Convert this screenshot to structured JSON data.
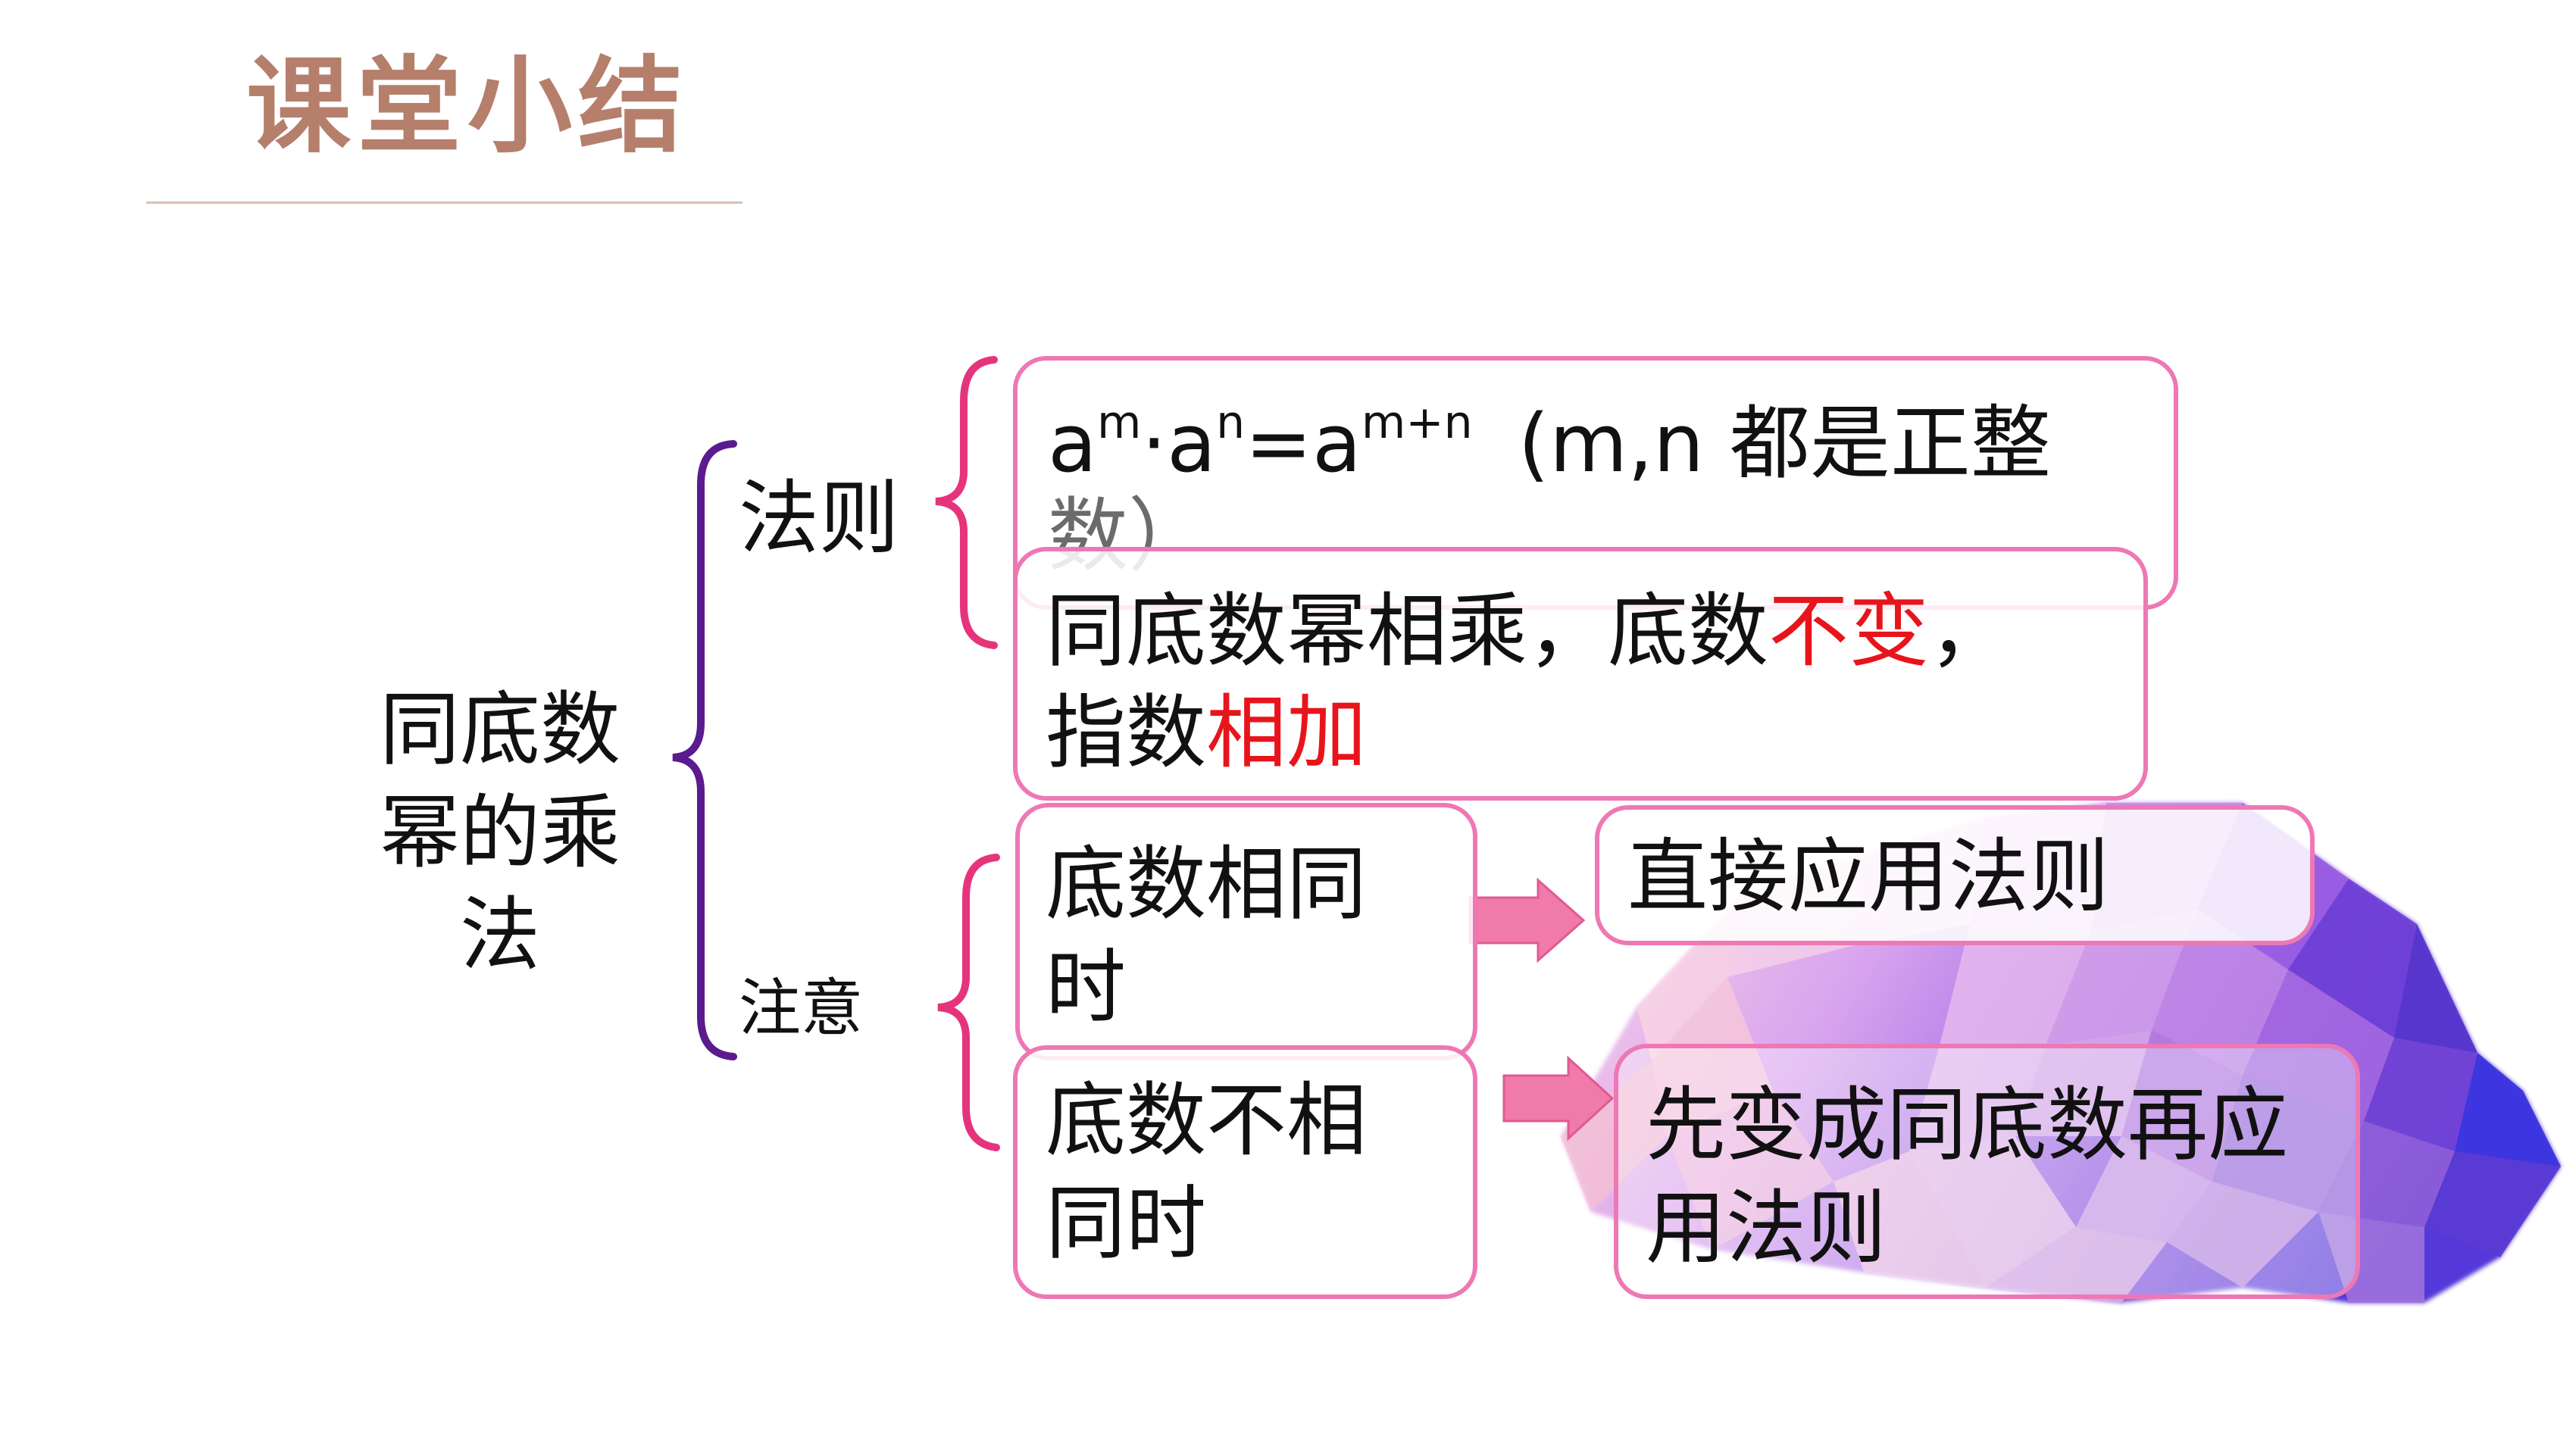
{
  "page": {
    "title": "课堂小结"
  },
  "mindmap": {
    "topic": "同底数幂的乘法",
    "branch_rule": {
      "label": "法则",
      "formula": {
        "a": "a",
        "exp_m": "m",
        "dot": "·",
        "exp_n": "n",
        "equals": "=",
        "exp_sum": "m+n",
        "condition": "(m,n 都是正整",
        "condition_tail": "数）"
      },
      "statement": {
        "part1": "同底数幂相乘，底数",
        "keyword1": "不变",
        "part2": "，",
        "part3": "指数",
        "keyword2": "相加"
      }
    },
    "branch_note": {
      "label": "注意",
      "case_same": {
        "condition": "底数相同时",
        "action": "直接应用法则"
      },
      "case_different": {
        "condition": "底数不相同时",
        "action": "先变成同底数再应用法则"
      }
    }
  },
  "colors": {
    "title": "#b57f6c",
    "box_border": "#ee78b4",
    "keyword": "#e8141c",
    "main_brace": "#5b1a8e",
    "sub_brace": "#e5347c",
    "arrow": "#f07aaa"
  },
  "decoration": {
    "icon": "low-poly-crystal-image"
  }
}
